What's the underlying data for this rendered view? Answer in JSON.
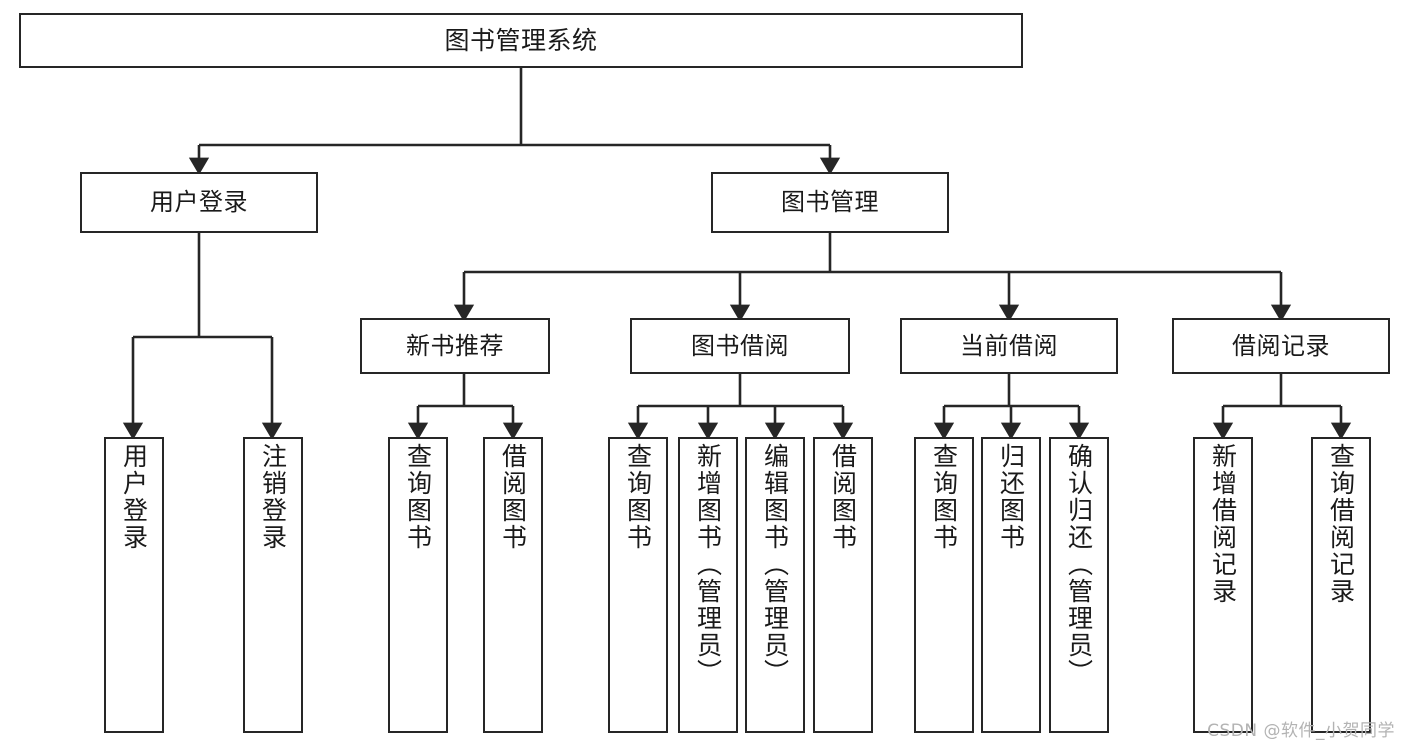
{
  "diagram": {
    "title": "图书管理系统",
    "type": "tree-hierarchy",
    "watermark": "CSDN @软件_小贺同学",
    "stroke_color": "#262626",
    "fill_color": "#ffffff",
    "text_color": "#1a1a1a",
    "watermark_color": "#b3b3b3"
  },
  "nodes": {
    "root": {
      "label": "图书管理系统"
    },
    "level2": {
      "user_login": {
        "label": "用户登录"
      },
      "book_manage": {
        "label": "图书管理"
      }
    },
    "level3": {
      "new_book_rec": {
        "label": "新书推荐"
      },
      "book_borrow": {
        "label": "图书借阅"
      },
      "current_borrow": {
        "label": "当前借阅"
      },
      "borrow_record": {
        "label": "借阅记录"
      }
    },
    "leaves": {
      "user_login_1": {
        "label": "用户登录"
      },
      "user_login_2": {
        "label": "注销登录"
      },
      "new_book_rec_1": {
        "label": "查询图书"
      },
      "new_book_rec_2": {
        "label": "借阅图书"
      },
      "book_borrow_1": {
        "label": "查询图书"
      },
      "book_borrow_2": {
        "label": "新增图书（管理员）"
      },
      "book_borrow_3": {
        "label": "编辑图书（管理员）"
      },
      "book_borrow_4": {
        "label": "借阅图书"
      },
      "current_borrow_1": {
        "label": "查询图书"
      },
      "current_borrow_2": {
        "label": "归还图书"
      },
      "current_borrow_3": {
        "label": "确认归还（管理员）"
      },
      "borrow_record_1": {
        "label": "新增借阅记录"
      },
      "borrow_record_2": {
        "label": "查询借阅记录"
      }
    }
  }
}
